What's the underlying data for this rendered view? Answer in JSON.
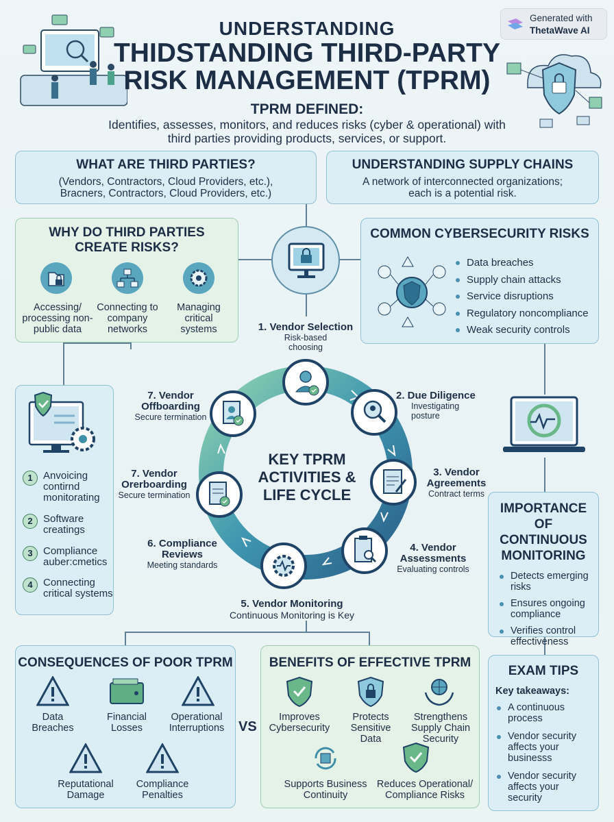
{
  "badge": {
    "line1": "Generated with",
    "line2": "ThetaWave AI"
  },
  "title": {
    "line1": "UNDERSTANDING",
    "line2": "THIDSTANDING THIRD-PARTY",
    "line3": "RISK MANAGEMENT (TPRM)"
  },
  "definition": {
    "heading": "TPRM DEFINED:",
    "text": "Identifies, assesses, monitors, and reduces risks (cyber & operational) with third parties providing products, services, or support."
  },
  "third_parties": {
    "heading": "WHAT ARE THIRD PARTIES?",
    "line1": "(Vendors, Contractors, Cloud Providers, etc.),",
    "line2": "Bracners, Contractors, Cloud Providers, etc.)"
  },
  "supply_chains": {
    "heading": "UNDERSTANDING SUPPLY CHAINS",
    "text": "A network of interconnected organizations; each is a potential risk."
  },
  "why_risks": {
    "heading": "WHY DO THIRD PARTIES CREATE RISKS?",
    "items": [
      {
        "label": "Accessing/ processing non-public data",
        "icon": "folder-lock-icon"
      },
      {
        "label": "Connecting to company networks",
        "icon": "network-icon"
      },
      {
        "label": "Managing critical systems",
        "icon": "gear-icon"
      }
    ]
  },
  "cyber_risks": {
    "heading": "COMMON CYBERSECURITY RISKS",
    "items": [
      "Data breaches",
      "Supply chain attacks",
      "Service disruptions",
      "Regulatory noncompliance",
      "Weak security controls"
    ]
  },
  "left_panel": {
    "items": [
      {
        "num": "1",
        "label": "Anvoicing contirnd monitorating"
      },
      {
        "num": "2",
        "label": "Software creatings"
      },
      {
        "num": "3",
        "label": "Compliance auber:cmetics"
      },
      {
        "num": "4",
        "label": "Connecting critical systems"
      }
    ]
  },
  "lifecycle": {
    "center": "KEY TPRM ACTIVITIES & LIFE CYCLE",
    "steps": [
      {
        "title": "1. Vendor Selection",
        "sub": "Risk-based choosing"
      },
      {
        "title": "2. Due Diligence",
        "sub": "Investigating posture"
      },
      {
        "title": "3. Vendor Agreements",
        "sub": "Contract terms"
      },
      {
        "title": "4. Vendor Assessments",
        "sub": "Evaluating controls"
      },
      {
        "title": "5. Vendor Monitoring",
        "sub": "Continuous Monitoring is Key"
      },
      {
        "title": "6. Compliance Reviews",
        "sub": "Meeting standards"
      },
      {
        "title": "7. Vendor Orerboarding",
        "sub": "Secure termination"
      },
      {
        "title": "7. Vendor Offboarding",
        "sub": "Secure termination"
      }
    ]
  },
  "monitoring": {
    "heading": "IMPORTANCE OF CONTINUOUS MONITORING",
    "items": [
      "Detects emerging risks",
      "Ensures ongoing compliance",
      "Verifies control effectiveness"
    ]
  },
  "consequences": {
    "heading": "CONSEQUENCES OF POOR TPRM",
    "items": [
      "Data Breaches",
      "Financial Losses",
      "Operational Interruptions",
      "Reputational Damage",
      "Compliance Penalties"
    ]
  },
  "vs": "VS",
  "benefits": {
    "heading": "BENEFITS OF EFFECTIVE TPRM",
    "items": [
      "Improves Cybersecurity",
      "Protects Sensitive Data",
      "Strengthens Supply Chain Security",
      "Supports Business Continuity",
      "Reduces Operational/ Compliance Risks"
    ]
  },
  "exam_tips": {
    "heading": "EXAM TIPS",
    "subheading": "Key takeaways:",
    "items": [
      "A continuous process",
      "Vendor security affects your businesss",
      "Vendor security affects your security"
    ]
  },
  "colors": {
    "navy": "#1c2e45",
    "teal": "#3f8fa8",
    "green": "#5cae84",
    "panel_blue": "#dceef5",
    "panel_green": "#e5f2e8"
  }
}
